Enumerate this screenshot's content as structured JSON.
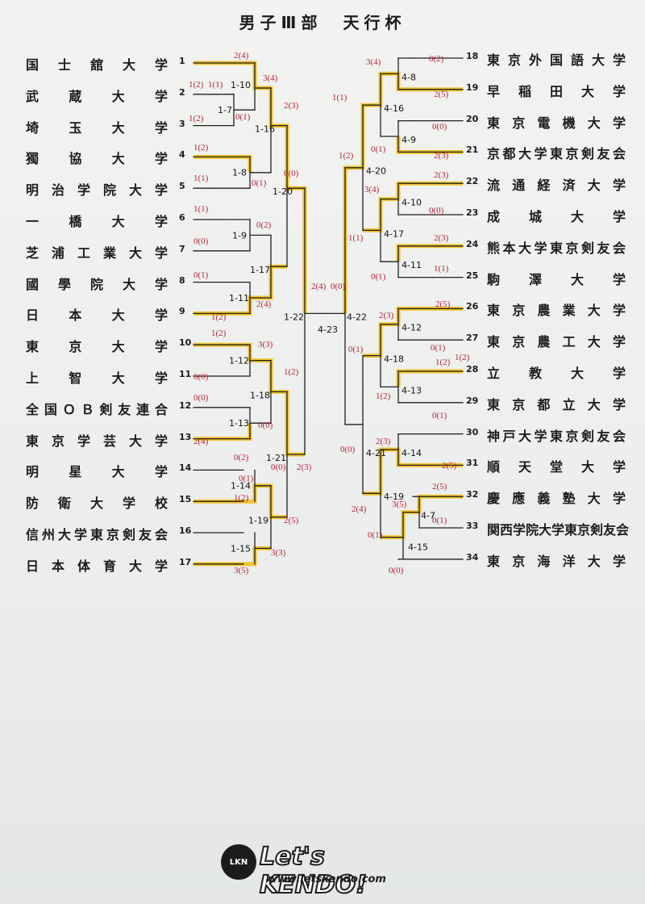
{
  "title": "男子Ⅲ部　天行杯",
  "left_teams": [
    {
      "num": "1",
      "name": "国士舘大学"
    },
    {
      "num": "2",
      "name": "武蔵大学"
    },
    {
      "num": "3",
      "name": "埼玉大学"
    },
    {
      "num": "4",
      "name": "獨協大学"
    },
    {
      "num": "5",
      "name": "明治学院大学"
    },
    {
      "num": "6",
      "name": "一橋大学"
    },
    {
      "num": "7",
      "name": "芝浦工業大学"
    },
    {
      "num": "8",
      "name": "國學院大学"
    },
    {
      "num": "9",
      "name": "日本大学"
    },
    {
      "num": "10",
      "name": "東京大学"
    },
    {
      "num": "11",
      "name": "上智大学"
    },
    {
      "num": "12",
      "name": "全国ＯＢ剣友連合"
    },
    {
      "num": "13",
      "name": "東京学芸大学"
    },
    {
      "num": "14",
      "name": "明星大学"
    },
    {
      "num": "15",
      "name": "防衛大学校"
    },
    {
      "num": "16",
      "name": "信州大学東京剣友会"
    },
    {
      "num": "17",
      "name": "日本体育大学"
    }
  ],
  "right_teams": [
    {
      "num": "18",
      "name": "東京外国語大学"
    },
    {
      "num": "19",
      "name": "早稲田大学"
    },
    {
      "num": "20",
      "name": "東京電機大学"
    },
    {
      "num": "21",
      "name": "京都大学東京剣友会"
    },
    {
      "num": "22",
      "name": "流通経済大学"
    },
    {
      "num": "23",
      "name": "成城大学"
    },
    {
      "num": "24",
      "name": "熊本大学東京剣友会"
    },
    {
      "num": "25",
      "name": "駒澤大学"
    },
    {
      "num": "26",
      "name": "東京農業大学"
    },
    {
      "num": "27",
      "name": "東京農工大学"
    },
    {
      "num": "28",
      "name": "立教大学"
    },
    {
      "num": "29",
      "name": "東京都立大学"
    },
    {
      "num": "30",
      "name": "神戸大学東京剣友会"
    },
    {
      "num": "31",
      "name": "順天堂大学"
    },
    {
      "num": "32",
      "name": "慶應義塾大学"
    },
    {
      "num": "33",
      "name": "関西学院大学東京剣友会"
    },
    {
      "num": "34",
      "name": "東京海洋大学"
    }
  ],
  "matches": {
    "m1_7": "1-7",
    "m1_8": "1-8",
    "m1_9": "1-9",
    "m1_10": "1-10",
    "m1_11": "1-11",
    "m1_12": "1-12",
    "m1_13": "1-13",
    "m1_14": "1-14",
    "m1_15": "1-15",
    "m1_16": "1-16",
    "m1_17": "1-17",
    "m1_18": "1-18",
    "m1_19": "1-19",
    "m1_20": "1-20",
    "m1_21": "1-21",
    "m1_22": "1-22",
    "m4_7": "4-7",
    "m4_8": "4-8",
    "m4_9": "4-9",
    "m4_10": "4-10",
    "m4_11": "4-11",
    "m4_12": "4-12",
    "m4_13": "4-13",
    "m4_14": "4-14",
    "m4_15": "4-15",
    "m4_16": "4-16",
    "m4_17": "4-17",
    "m4_18": "4-18",
    "m4_19": "4-19",
    "m4_20": "4-20",
    "m4_21": "4-21",
    "m4_22": "4-22",
    "m4_23": "4-23"
  },
  "handwritten_scores": [
    "2(4)",
    "3(4)",
    "1(2)",
    "1(1)",
    "0(1)",
    "1(2)",
    "2(3)",
    "1(2)",
    "1(1)",
    "0(1)",
    "0(0)",
    "1(1)",
    "0(2)",
    "0(0)",
    "0(1)",
    "2(4)",
    "1(2)",
    "1(2)",
    "3(3)",
    "1(2)",
    "0(0)",
    "0(0)",
    "0(0)",
    "2(4)",
    "0(2)",
    "0(0)",
    "0(1)",
    "2(3)",
    "1(2)",
    "2(5)",
    "3(3)",
    "3(5)",
    "2(4)",
    "0(0)",
    "3(4)",
    "0(2)",
    "1(1)",
    "2(5)",
    "0(0)",
    "0(1)",
    "2(3)",
    "1(2)",
    "3(4)",
    "2(3)",
    "0(0)",
    "1(1)",
    "2(3)",
    "0(1)",
    "1(1)",
    "2(3)",
    "2(5)",
    "0(1)",
    "0(1)",
    "1(2)",
    "1(2)",
    "1(2)",
    "0(1)",
    "2(3)",
    "0(0)",
    "2(5)",
    "2(5)",
    "2(4)",
    "3(5)",
    "0(1)",
    "0(1)",
    "0(0)"
  ],
  "logo": {
    "mark": "LKN",
    "text": "Let's KENDO!",
    "url": "www.letskendo.com"
  }
}
